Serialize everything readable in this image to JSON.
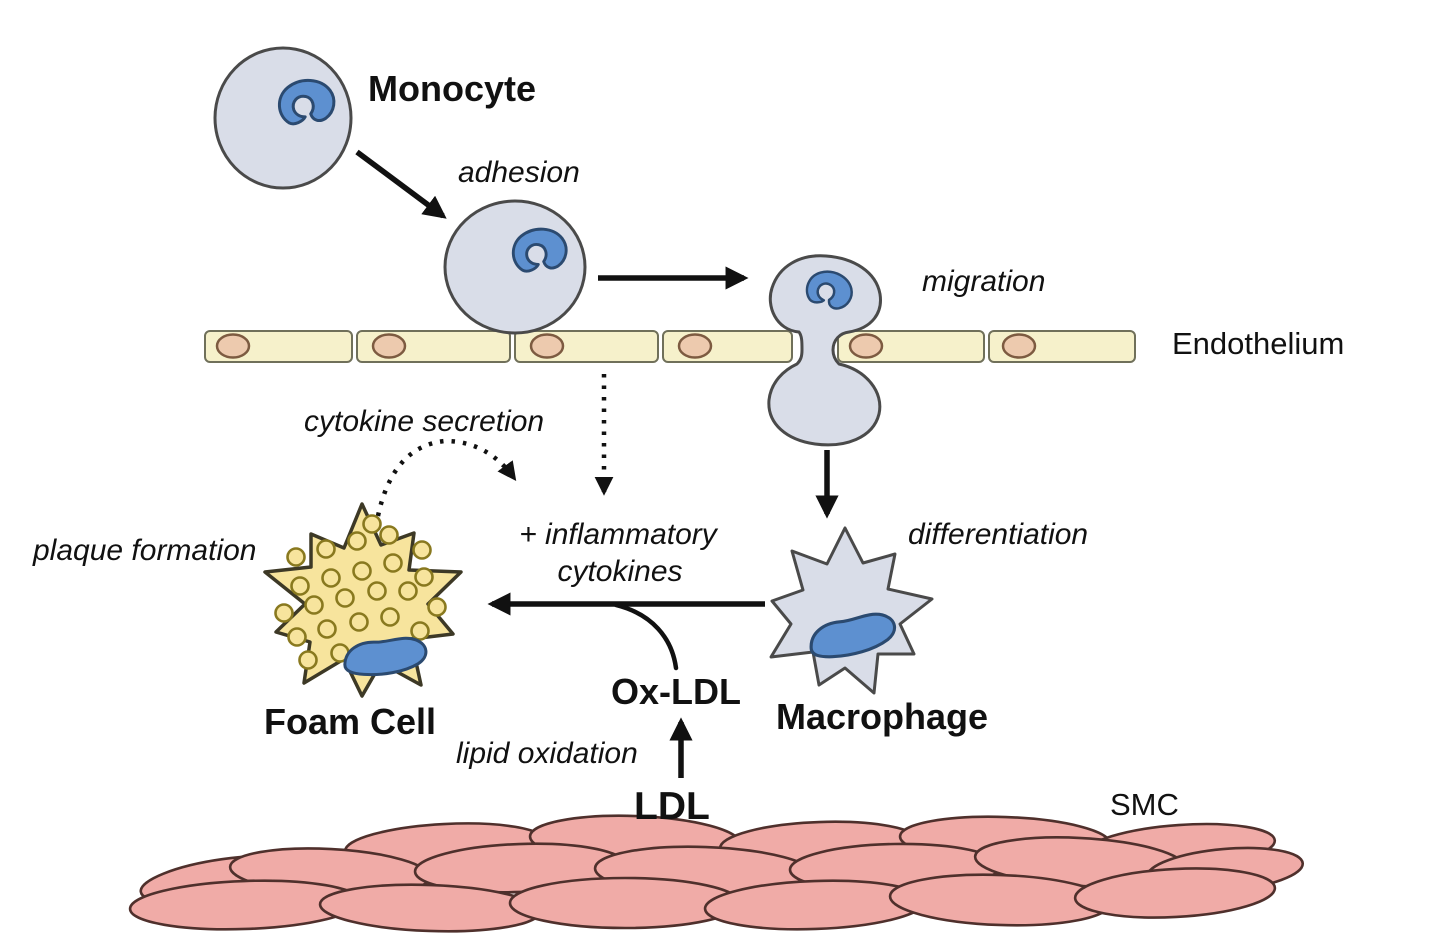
{
  "labels": {
    "monocyte": "Monocyte",
    "adhesion": "adhesion",
    "migration": "migration",
    "endothelium": "Endothelium",
    "cytokine_secretion": "cytokine secretion",
    "inflammatory_line1": "+ inflammatory",
    "inflammatory_line2": "cytokines",
    "differentiation": "differentiation",
    "plaque_formation": "plaque formation",
    "foam_cell": "Foam Cell",
    "macrophage": "Macrophage",
    "ox_ldl": "Ox-LDL",
    "lipid_oxidation": "lipid oxidation",
    "ldl": "LDL",
    "smc": "SMC"
  },
  "colors": {
    "background": "#ffffff",
    "text": "#111111",
    "arrow": "#111111",
    "monocyte_body": "#d9dde8",
    "cell_outline": "#4a4a4a",
    "nucleus_blue": "#5d90d0",
    "nucleus_outline": "#2b4a70",
    "endothelium_fill": "#f6f1cb",
    "endothelium_outline": "#70705a",
    "endothelial_nucleus_fill": "#edcaae",
    "endothelial_nucleus_outline": "#7d5b41",
    "foam_cell_fill": "#f7e49d",
    "foam_cell_outline": "#3d3926",
    "lipid_droplet_outline": "#89791f",
    "smc_fill": "#f0aba7",
    "smc_outline": "#4f302c"
  }
}
